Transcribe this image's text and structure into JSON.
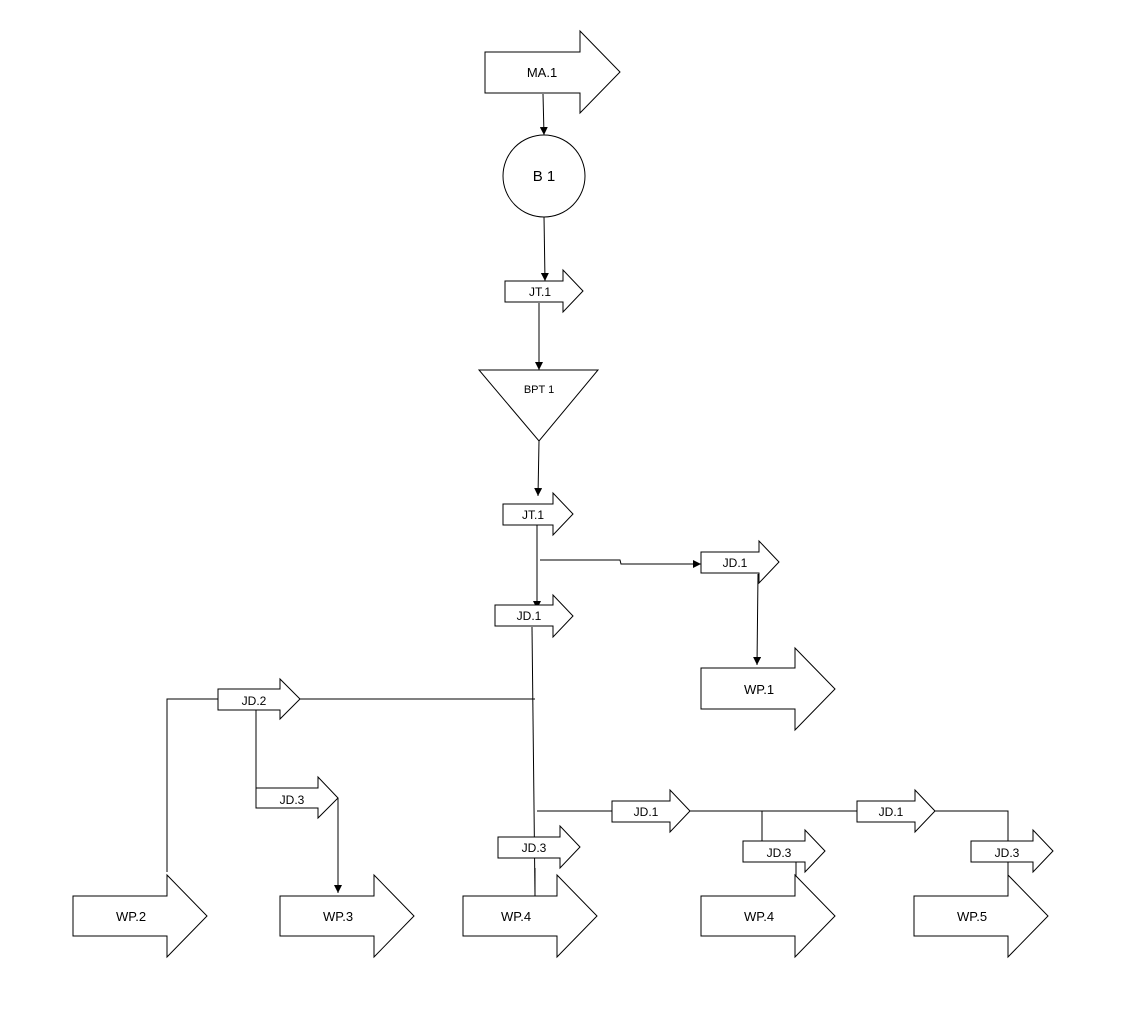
{
  "diagram": {
    "labels": {
      "ma1": "MA.1",
      "b1": "B 1",
      "jt1_top": "JT.1",
      "bpt1": "BPT 1",
      "jt1_mid": "JT.1",
      "jd1_right": "JD.1",
      "jd1_center": "JD.1",
      "wp1": "WP.1",
      "jd2": "JD.2",
      "jd3_left": "JD.3",
      "jd1_bottom_a": "JD.1",
      "jd1_bottom_b": "JD.1",
      "jd3_center": "JD.3",
      "jd3_mid_right": "JD.3",
      "jd3_far_right": "JD.3",
      "wp2": "WP.2",
      "wp3": "WP.3",
      "wp4_left": "WP.4",
      "wp4_right": "WP.4",
      "wp5": "WP.5"
    }
  }
}
